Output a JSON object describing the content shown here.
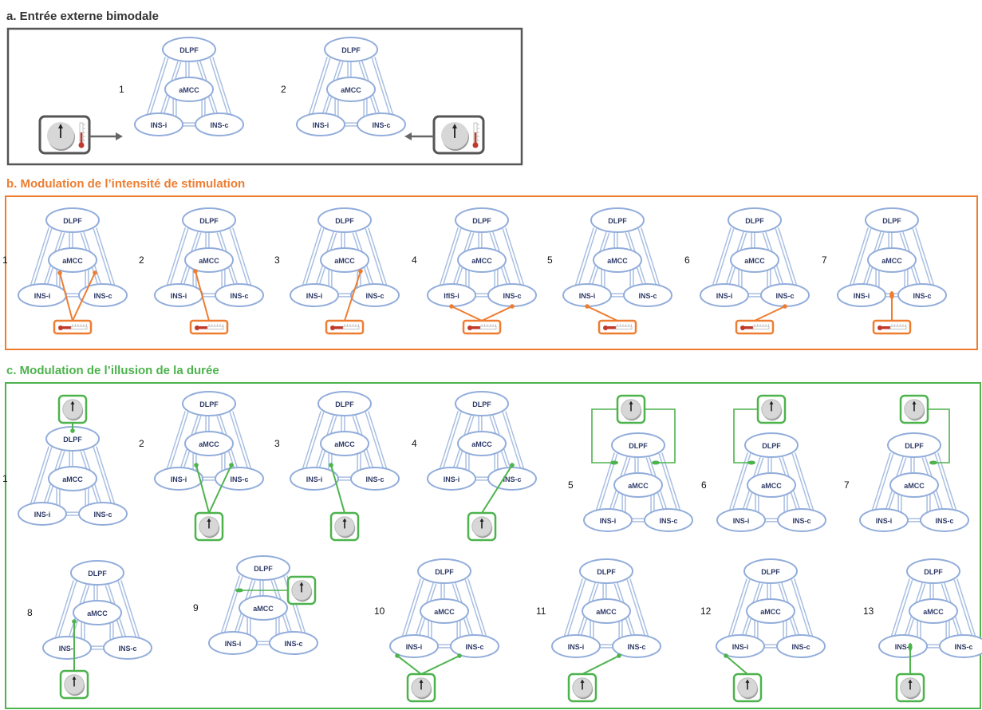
{
  "sections": {
    "a": {
      "title": "a. Entrée externe bimodale"
    },
    "b": {
      "title": "b. Modulation de l’intensité de stimulation"
    },
    "c": {
      "title": "c. Modulation de l’illusion de la durée"
    }
  },
  "nodes": {
    "dlpf": "DLPF",
    "amcc": "aMCC",
    "insi": "INS-i",
    "insc": "INS-c",
    "insi_variant": "IfIS-i"
  },
  "panels": {
    "a": [
      {
        "number": "1",
        "input": "INS-i",
        "device": "clock-thermometer",
        "side": "left"
      },
      {
        "number": "2",
        "input": "INS-c",
        "device": "clock-thermometer",
        "side": "right"
      }
    ],
    "b": [
      {
        "number": "1",
        "modulates": [
          "INS-i→aMCC",
          "INS-c→aMCC"
        ]
      },
      {
        "number": "2",
        "modulates": [
          "INS-i→aMCC"
        ]
      },
      {
        "number": "3",
        "modulates": [
          "INS-c→aMCC"
        ]
      },
      {
        "number": "4",
        "modulates": [
          "INS-i",
          "INS-c"
        ]
      },
      {
        "number": "5",
        "modulates": [
          "INS-i"
        ]
      },
      {
        "number": "6",
        "modulates": [
          "INS-c"
        ]
      },
      {
        "number": "7",
        "modulates": [
          "INS-i↔INS-c"
        ]
      }
    ],
    "c": [
      {
        "number": "1",
        "modulates": [
          "DLPF"
        ]
      },
      {
        "number": "2",
        "modulates": [
          "INS-i→aMCC",
          "INS-c→aMCC"
        ]
      },
      {
        "number": "3",
        "modulates": [
          "INS-i→aMCC"
        ]
      },
      {
        "number": "4",
        "modulates": [
          "INS-c→aMCC"
        ]
      },
      {
        "number": "5",
        "modulates": [
          "aMCC→DLPF left",
          "aMCC→DLPF right"
        ]
      },
      {
        "number": "6",
        "modulates": [
          "aMCC→DLPF left"
        ]
      },
      {
        "number": "7",
        "modulates": [
          "aMCC→DLPF right"
        ]
      },
      {
        "number": "8",
        "modulates": [
          "aMCC"
        ]
      },
      {
        "number": "9",
        "modulates": [
          "DLPF↔aMCC"
        ]
      },
      {
        "number": "10",
        "modulates": [
          "INS-i",
          "INS-c"
        ]
      },
      {
        "number": "11",
        "modulates": [
          "INS-c"
        ]
      },
      {
        "number": "12",
        "modulates": [
          "INS-i"
        ]
      },
      {
        "number": "13",
        "modulates": [
          "INS-i↔INS-c"
        ]
      }
    ]
  },
  "colors": {
    "network": "#a9bfe2",
    "node_stroke": "#92addb",
    "node_text": "#2e3a67",
    "section_a_frame": "#555555",
    "intensity": "#ee7d31",
    "duration": "#4db34d",
    "thermo_fill": "#c0392b"
  },
  "icons": {
    "clock": "clock-icon",
    "thermometer": "thermometer-icon",
    "horizontal_thermometer": "horizontal-thermometer-icon"
  }
}
